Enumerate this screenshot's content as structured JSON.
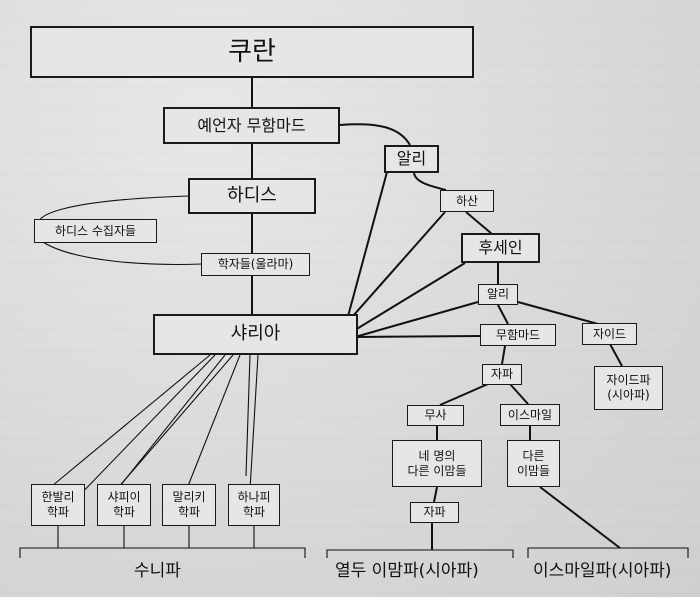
{
  "nodes": {
    "quran": "쿠란",
    "prophet": "예언자 무함마드",
    "ali_top": "알리",
    "hasan": "하산",
    "hadith": "하디스",
    "hadith_collectors": "하디스 수집자들",
    "husayn": "후세인",
    "scholars": "학자들(울라마)",
    "ali_mid": "알리",
    "sharia": "샤리아",
    "muhammad": "무함마드",
    "zaid": "자이드",
    "jafar_top": "자파",
    "zaidi": "자이드파\n(시아파)",
    "musa": "무사",
    "ismail": "이스마일",
    "four_imams": "네 명의\n다른 이맘들",
    "other_imams": "다른\n이맘들",
    "jafar_bottom": "자파",
    "hanbali": "한발리\n학파",
    "shafii": "샤피이\n학파",
    "maliki": "말리키\n학파",
    "hanafi": "하나피\n학파"
  },
  "labels": {
    "sunni": "수니파",
    "twelver": "열두 이맘파(시아파)",
    "ismaili": "이스마일파(시아파)"
  },
  "colors": {
    "line": "#111111",
    "box_bg": "#e6e6e6"
  }
}
